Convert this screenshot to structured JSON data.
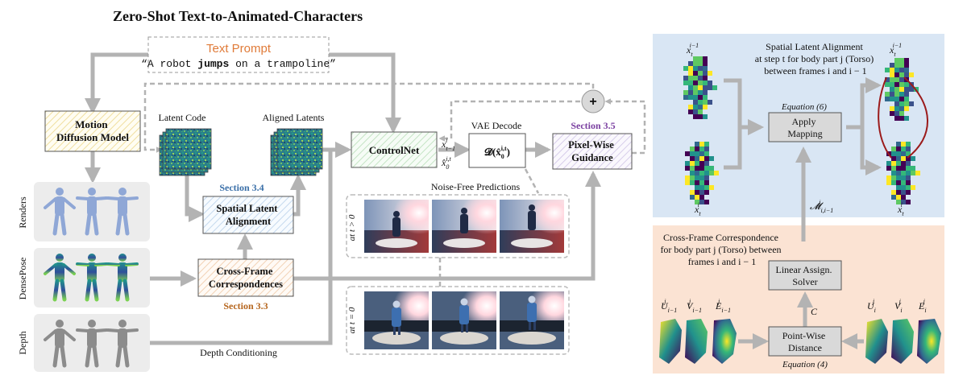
{
  "title": "Zero-Shot Text-to-Animated-Characters",
  "prompt": {
    "heading": "Text Prompt",
    "open_quote": "“A robot ",
    "bold_word": "jumps",
    "rest": " on a trampoline”"
  },
  "boxes": {
    "motion_diffusion_line1": "Motion",
    "motion_diffusion_line2": "Diffusion Model",
    "spatial_alignment_line1": "Spatial Latent",
    "spatial_alignment_line2": "Alignment",
    "cross_frame_line1": "Cross-Frame",
    "cross_frame_line2": "Correspondences",
    "controlnet": "ControlNet",
    "pixel_guidance_line1": "Pixel-Wise",
    "pixel_guidance_line2": "Guidance",
    "vae_box": "𝓓(x̂",
    "apply_mapping_line1": "Apply",
    "apply_mapping_line2": "Mapping",
    "linear_solver_line1": "Linear Assign.",
    "linear_solver_line2": "Solver",
    "pointwise_line1": "Point-Wise",
    "pointwise_line2": "Distance",
    "plus": "+"
  },
  "labels": {
    "latent_code": "Latent Code",
    "aligned_latents": "Aligned Latents",
    "vae_decode": "VAE Decode",
    "noise_free": "Noise-Free Predictions",
    "depth_conditioning": "Depth Conditioning",
    "at_t_gt_0": "at t > 0",
    "at_t_eq_0": "at t = 0",
    "x_prev": "x",
    "x0_hat": "x̂",
    "row_renders": "Renders",
    "row_densepose": "DensePose",
    "row_depth": "Depth"
  },
  "sections": {
    "s34": "Section 3.4",
    "s33": "Section 3.3",
    "s35": "Section 3.5"
  },
  "right_top": {
    "title_line1": "Spatial Latent Alignment",
    "title_line2": "at step t for body part j (Torso)",
    "title_line3": "between frames i and i − 1",
    "equation": "Equation (6)",
    "mapping_label": "𝓜",
    "x_prev": "x",
    "x_cur": "x"
  },
  "right_bottom": {
    "title_line1": "Cross-Frame Correspondence",
    "title_line2": "for body part j (Torso) between",
    "title_line3": "frames i and i − 1",
    "equation": "Equation (4)",
    "cost": "C",
    "u_prev": "U",
    "v_prev": "V",
    "e_prev": "E",
    "u_cur": "U",
    "v_cur": "V",
    "e_cur": "E"
  },
  "colors": {
    "arrow": "#b3b3b3",
    "section34": "#3a6fa8",
    "section33": "#b5651d",
    "section35": "#7a3fa0",
    "prompt_heading": "#e07b39",
    "panel_blue": "#d9e6f4",
    "panel_peach": "#fbe3d3",
    "box_gray": "#d9d9d9",
    "box_stroke": "#555555",
    "curve": "#9b1b1b"
  }
}
